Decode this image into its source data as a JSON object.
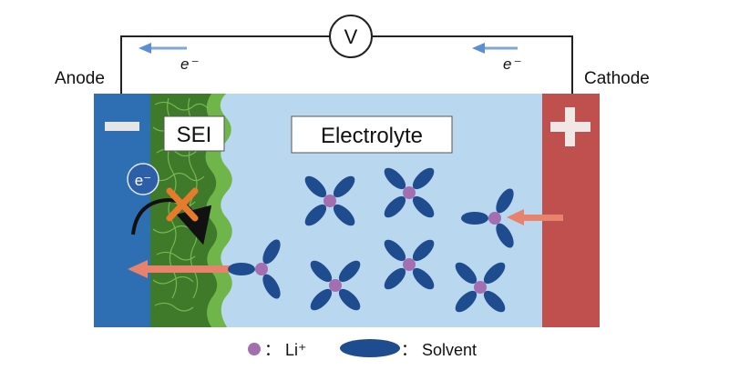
{
  "labels": {
    "anode": "Anode",
    "cathode": "Cathode",
    "voltmeter": "V",
    "electron_left": "e⁻",
    "electron_right": "e⁻",
    "sei": "SEI",
    "electrolyte": "Electrolyte",
    "electron_badge": "e⁻",
    "minus_sign": "−",
    "plus_sign": "+"
  },
  "legend": {
    "li_label": "： Li⁺",
    "solvent_label": "： Solvent"
  },
  "colors": {
    "anode": "#2e6fb3",
    "cathode": "#c0504d",
    "electrolyte": "#b9d7ee",
    "sei_dark": "#3e7a2a",
    "sei_light": "#6fb54a",
    "li_ion": "#a46fb0",
    "solvent": "#1f4c8f",
    "ion_arrow": "#e8826c",
    "electron_arrow": "#5b8fd0",
    "block_x": "#e87a2c"
  },
  "icons": [
    "voltmeter-icon",
    "electron-icon",
    "block-x-icon",
    "curved-arrow-icon",
    "li-ion-icon",
    "solvent-icon"
  ]
}
